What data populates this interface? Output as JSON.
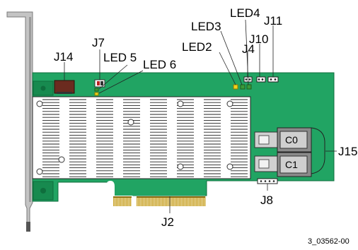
{
  "diagram": {
    "labels": {
      "j14": "J14",
      "j7": "J7",
      "led5": "LED 5",
      "led6": "LED 6",
      "led4": "LED4",
      "led3": "LED3",
      "led2": "LED2",
      "j4": "J4",
      "j10": "J10",
      "j11": "J11",
      "j15": "J15",
      "c0": "C0",
      "c1": "C1",
      "j8": "J8",
      "j2": "J2"
    },
    "figure_id": "3_03562-00",
    "colors": {
      "pcb": "#21a463",
      "pcb_dark": "#178a4f",
      "heatsink": "#ffffff",
      "bracket": "#b8b8b8",
      "gold": "#c9a227",
      "led_yellow": "#f2d21b",
      "connector": "#c8c8c8"
    }
  }
}
